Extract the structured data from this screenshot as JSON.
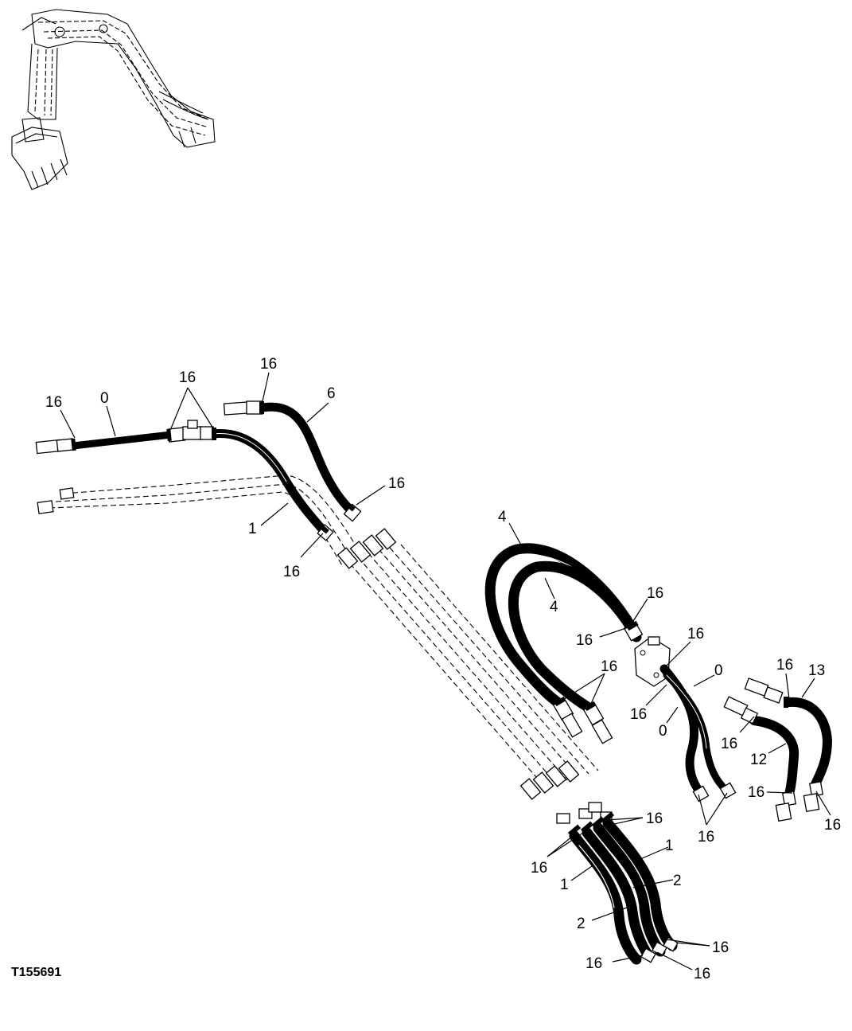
{
  "figure": {
    "code": "T155691"
  },
  "labels": {
    "l0a": "0",
    "l0b": "0",
    "l0c": "0",
    "l1a": "1",
    "l1b": "1",
    "l1c": "1",
    "l2a": "2",
    "l2b": "2",
    "l4a": "4",
    "l4b": "4",
    "l6": "6",
    "l12": "12",
    "l13": "13",
    "l16a": "16",
    "l16b": "16",
    "l16c": "16",
    "l16d": "16",
    "l16e": "16",
    "l16f": "16",
    "l16g": "16",
    "l16h": "16",
    "l16i": "16",
    "l16j": "16",
    "l16k": "16",
    "l16l": "16",
    "l16m": "16",
    "l16n": "16",
    "l16o": "16",
    "l16p": "16",
    "l16q": "16",
    "l16r": "16",
    "l16s": "16",
    "l16t": "16"
  },
  "colors": {
    "ink": "#000000",
    "paper": "#ffffff"
  }
}
